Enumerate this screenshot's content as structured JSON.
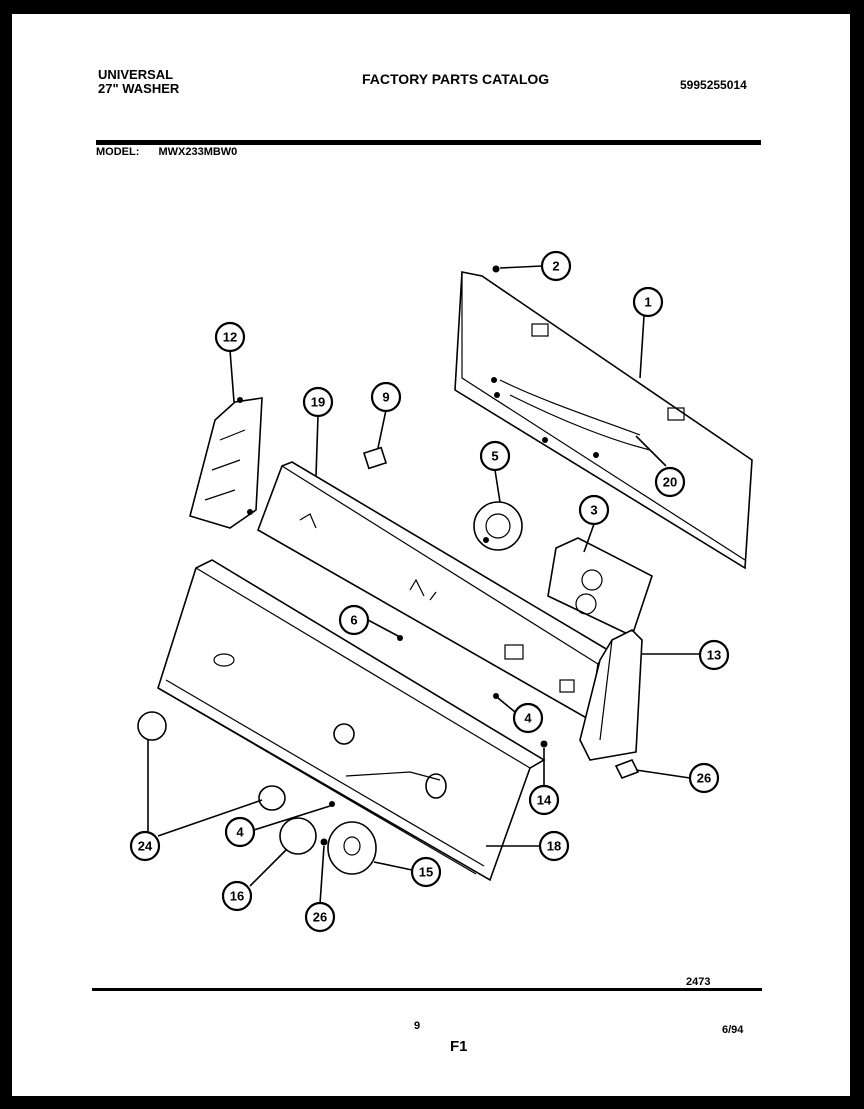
{
  "header": {
    "brand_line1": "UNIVERSAL",
    "brand_line2": "27\" WASHER",
    "catalog_title": "FACTORY PARTS CATALOG",
    "catalog_number": "5995255014"
  },
  "model": {
    "label": "MODEL:",
    "value": "MWX233MBW0"
  },
  "callouts": [
    "1",
    "2",
    "3",
    "4",
    "4",
    "5",
    "6",
    "9",
    "12",
    "13",
    "14",
    "15",
    "16",
    "18",
    "19",
    "20",
    "24",
    "26",
    "26"
  ],
  "footer": {
    "drawing_code": "2473",
    "page_number": "9",
    "date": "6/94",
    "section": "F1"
  }
}
